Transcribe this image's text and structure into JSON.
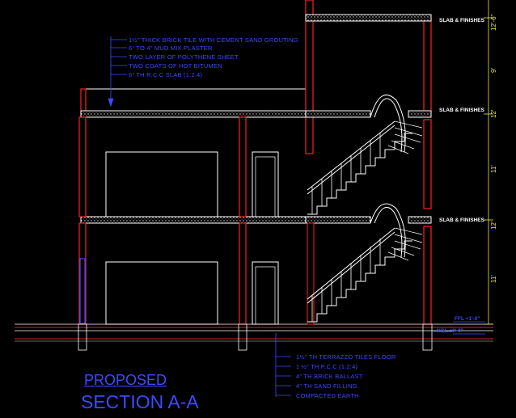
{
  "roof_notes": [
    "1½\" THICK BRICK TILE WITH CEMENT SAND GROUTING",
    "6\" TO 4\" MUD MIX PLASTER",
    "TWO LAYER OF POLYTHENE SHEET",
    "TWO COATS OF HOT BITUMEN",
    "6\" TH R.C.C SLAB (1:2:4)"
  ],
  "floor_notes": [
    "1½\" TH TERRAZZO TILES FLOOR",
    "1 ½\" TH P.C.C (1:2:4)",
    "4\" TH BRICK BALLAST",
    "4\" TH SAND FILLING",
    "COMPACTED EARTH"
  ],
  "slab_labels": [
    "SLAB & FINISHES",
    "SLAB & FINISHES",
    "SLAB & FINISHES"
  ],
  "dimensions": [
    "12'-6\"",
    "9'",
    "12'",
    "11'",
    "12'",
    "11'"
  ],
  "levels": [
    "FFL +1'-0\"",
    "NGL ±0'-0\""
  ],
  "title": {
    "line1": "PROPOSED",
    "line2": "SECTION A-A"
  },
  "colors": {
    "wall": "#ff2020",
    "structure": "#ffffff",
    "annotation": "#3b4bff",
    "dimension": "#e8e84a",
    "ground": "#8a8a8a"
  }
}
